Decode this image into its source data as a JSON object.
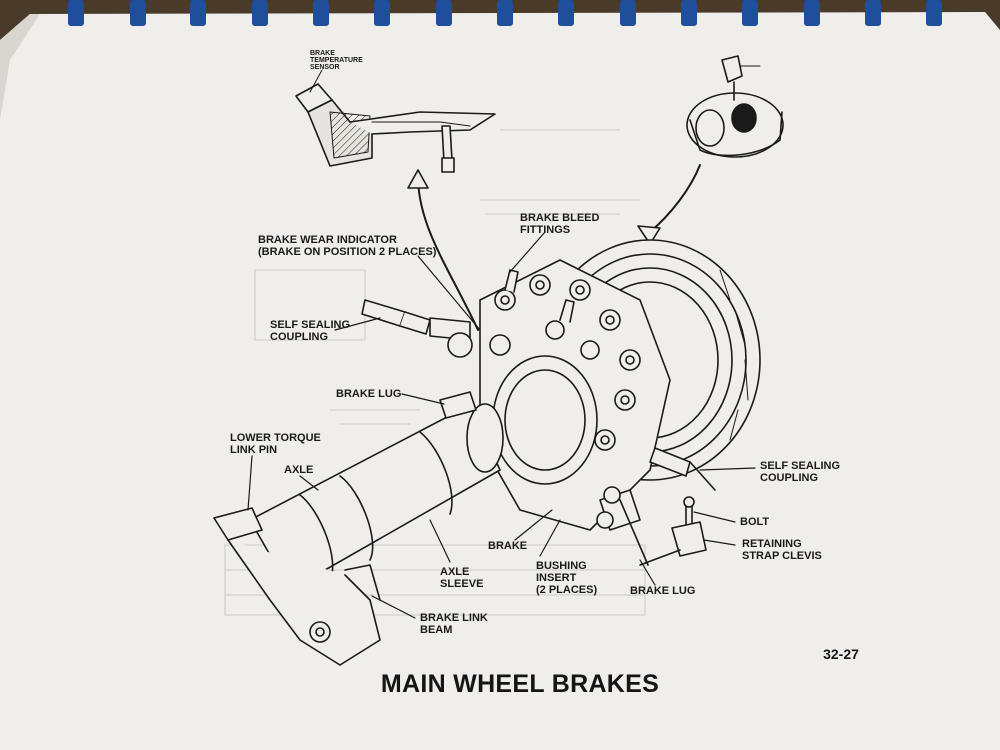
{
  "page_number": "32-27",
  "title": "MAIN WHEEL BRAKES",
  "labels": {
    "brake_temp_sensor": "BRAKE\nTEMPERATURE\nSENSOR",
    "brake_bleed_fittings": "BRAKE BLEED\nFITTINGS",
    "brake_wear_indicator": "BRAKE WEAR INDICATOR\n(BRAKE ON POSITION 2 PLACES)",
    "self_sealing_coupling_left": "SELF SEALING\nCOUPLING",
    "brake_lug_left": "BRAKE LUG",
    "lower_torque_link_pin": "LOWER TORQUE\nLINK PIN",
    "axle": "AXLE",
    "self_sealing_coupling_right": "SELF SEALING\nCOUPLING",
    "bolt": "BOLT",
    "retaining_strap_clevis": "RETAINING\nSTRAP CLEVIS",
    "brake": "BRAKE",
    "axle_sleeve": "AXLE\nSLEEVE",
    "bushing_insert": "BUSHING\nINSERT\n(2 PLACES)",
    "brake_lug_right": "BRAKE LUG",
    "brake_link_beam": "BRAKE LINK\nBEAM"
  },
  "colors": {
    "paper": "#efeeea",
    "ink": "#1a1a1a",
    "binding": "#1f4e9a",
    "background": "#4a3a2a"
  }
}
